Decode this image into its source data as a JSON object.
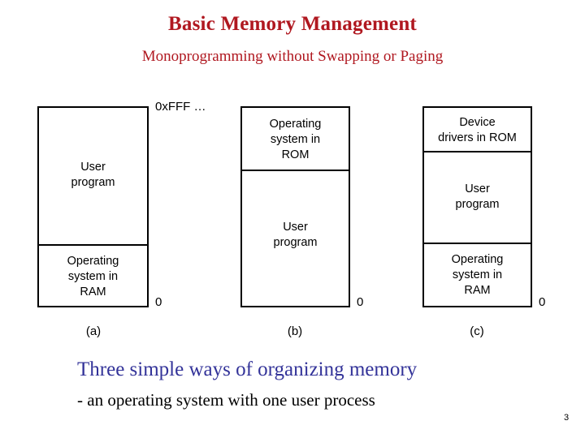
{
  "slide": {
    "title": "Basic Memory Management",
    "subtitle": "Monoprogramming without Swapping or Paging",
    "page_number": "3",
    "title_color": "#b01820",
    "caption_color": "#333399",
    "background_color": "#ffffff",
    "diagram_line_color": "#000000"
  },
  "diagram": {
    "columns": [
      {
        "caption": "(a)",
        "top_address_label": "0xFFF …",
        "bottom_address_label": "0",
        "segments": [
          {
            "label": "User\nprogram",
            "line1": "User",
            "line2": "program",
            "line3": ""
          },
          {
            "label": "Operating\nsystem in\nRAM",
            "line1": "Operating",
            "line2": "system in",
            "line3": "RAM"
          }
        ]
      },
      {
        "caption": "(b)",
        "top_address_label": "",
        "bottom_address_label": "0",
        "segments": [
          {
            "label": "Operating\nsystem in\nROM",
            "line1": "Operating",
            "line2": "system in",
            "line3": "ROM"
          },
          {
            "label": "User\nprogram",
            "line1": "User",
            "line2": "program",
            "line3": ""
          }
        ]
      },
      {
        "caption": "(c)",
        "top_address_label": "",
        "bottom_address_label": "0",
        "segments": [
          {
            "label": "Device\ndrivers in ROM",
            "line1": "Device",
            "line2": "drivers in ROM",
            "line3": ""
          },
          {
            "label": "User\nprogram",
            "line1": "User",
            "line2": "program",
            "line3": ""
          },
          {
            "label": "Operating\nsystem in\nRAM",
            "line1": "Operating",
            "line2": "system in",
            "line3": "RAM"
          }
        ]
      }
    ]
  },
  "captions": {
    "main": "Three simple ways of organizing memory",
    "sub": "- an operating system with one user process"
  }
}
